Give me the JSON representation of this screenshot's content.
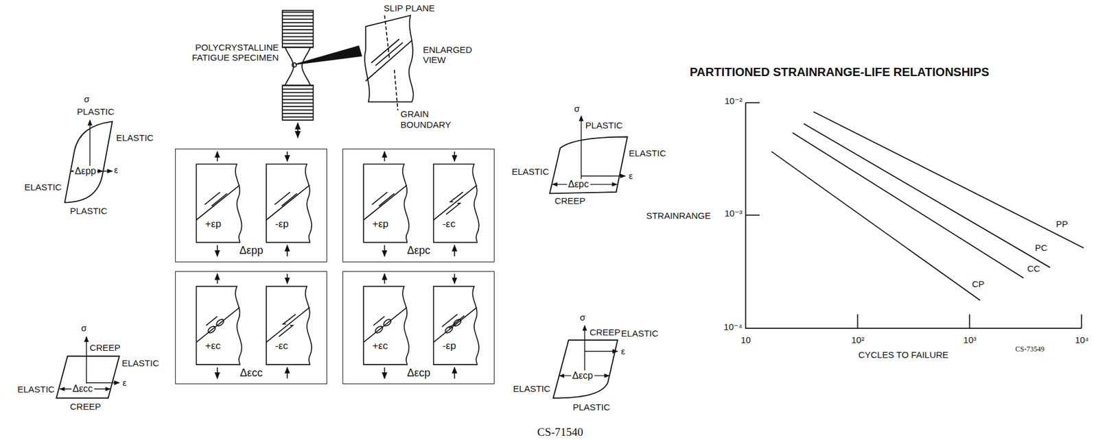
{
  "diagram": {
    "title": "PARTITIONED STRAINRANGE-LIFE RELATIONSHIPS",
    "nodes": [
      {
        "text": [
          "+εp",
          "-εp",
          "Δεpp"
        ]
      },
      {
        "text": [
          "+εp",
          "-εc",
          "Δεpc"
        ]
      },
      {
        "text": [
          "+εc",
          "-εc",
          "Δεcc"
        ]
      },
      {
        "text": [
          "+εc",
          "-εp",
          "Δεcp"
        ]
      }
    ],
    "labels": [
      "SLIP PLANE",
      "POLYCRYSTALLINE FATIGUE SPECIMEN",
      "ENLARGED VIEW",
      "GRAIN BOUNDARY",
      "σ",
      "PLASTIC",
      "ELASTIC",
      "ELASTIC",
      "Δεpp",
      "ε",
      "PLASTIC",
      "σ",
      "PLASTIC",
      "ELASTIC",
      "ELASTIC",
      "Δεpc",
      "ε",
      "CREEP",
      "σ",
      "CREEP",
      "ELASTIC",
      "ELASTIC",
      "Δεcc",
      "ε",
      "CREEP",
      "σ",
      "CREEP",
      "ELASTIC",
      "ELASTIC",
      "Δεcp",
      "ε",
      "PLASTIC",
      "CS-71540",
      "STRAINRANGE",
      "10⁻²",
      "10⁻³",
      "10⁻⁴",
      "10",
      "10²",
      "10³",
      "10⁴",
      "CYCLES TO FAILURE",
      "CS-73549",
      "PP",
      "PC",
      "CC",
      "CP"
    ]
  }
}
